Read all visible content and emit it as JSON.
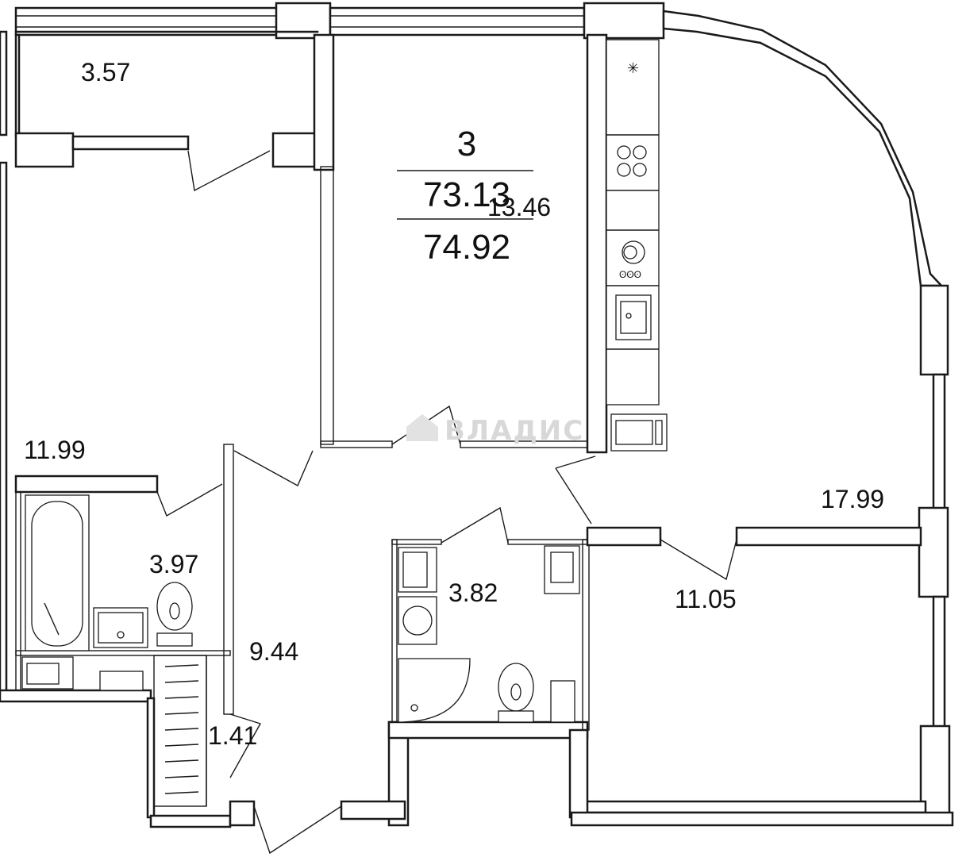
{
  "summary": {
    "rooms_count": "3",
    "living_area": "73.13",
    "total_area": "74.92"
  },
  "rooms": {
    "balcony": "3.57",
    "bedroom_left": "11.99",
    "bedroom_middle": "13.46",
    "kitchen_living": "17.99",
    "bathroom": "3.97",
    "hall": "9.44",
    "wc": "3.82",
    "bedroom_right": "11.05",
    "closet": "1.41"
  },
  "watermark": "ВЛАДИС"
}
